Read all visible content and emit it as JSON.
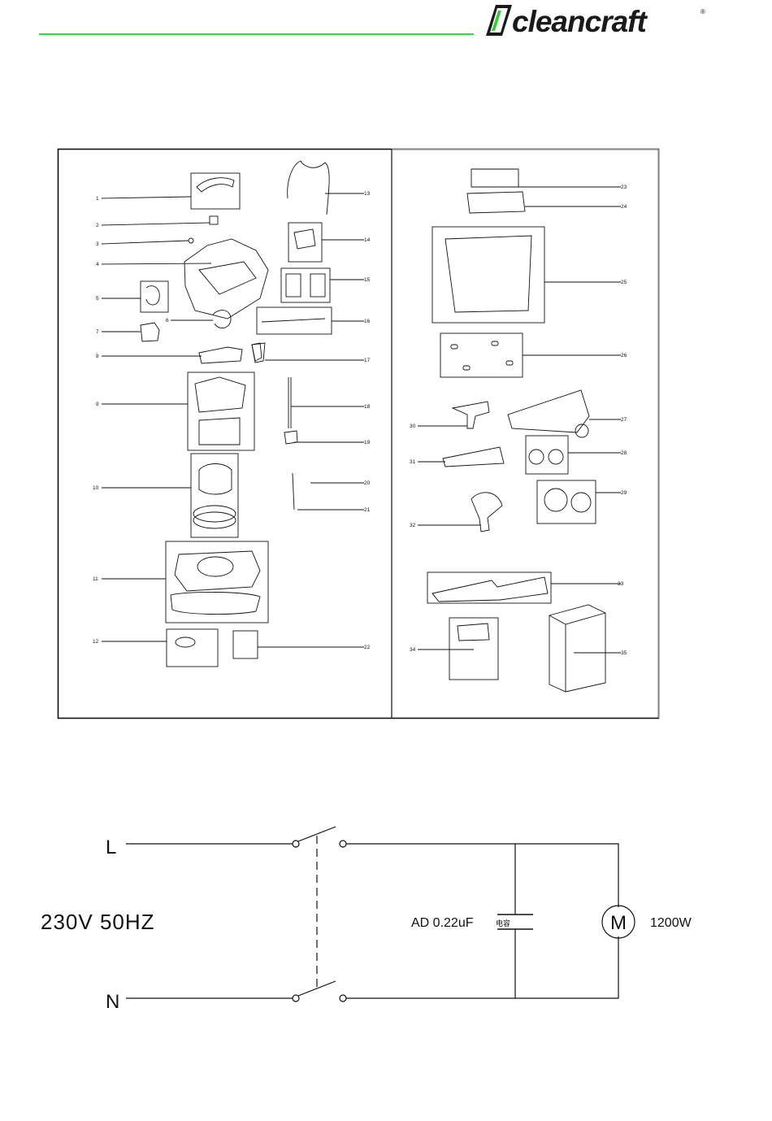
{
  "brand": {
    "name": "cleancraft",
    "registered_mark": "®"
  },
  "exploded_view": {
    "labels": [
      "1",
      "2",
      "3",
      "4",
      "5",
      "6",
      "7",
      "8",
      "9",
      "10",
      "11",
      "12",
      "13",
      "14",
      "15",
      "16",
      "17",
      "18",
      "19",
      "20",
      "21",
      "22",
      "23",
      "24",
      "25",
      "26",
      "27",
      "28",
      "29",
      "30",
      "31",
      "32",
      "33",
      "34",
      "35"
    ]
  },
  "wiring": {
    "line_label": "L",
    "neutral_label": "N",
    "supply": "230V 50HZ",
    "capacitor": "AD 0.22uF",
    "capacitor_suffix": "电容",
    "motor_symbol": "M",
    "motor_power": "1200W"
  }
}
